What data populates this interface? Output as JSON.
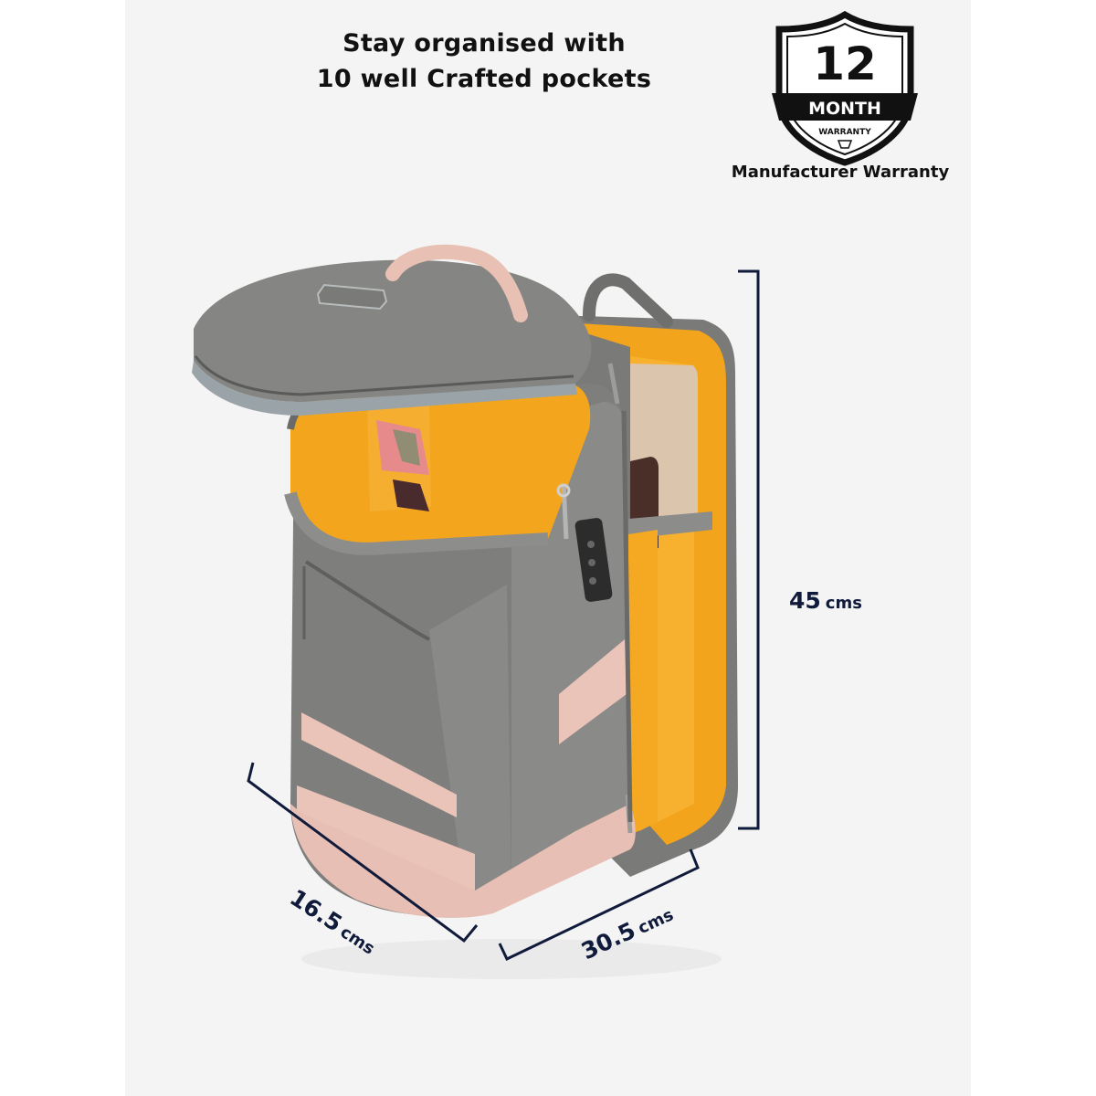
{
  "headline": {
    "line1": "Stay organised with",
    "line2": "10 well Crafted pockets"
  },
  "warranty_badge": {
    "number": "12",
    "ribbon": "MONTH",
    "subtitle": "WARRANTY",
    "caption": "Manufacturer Warranty"
  },
  "dimensions": {
    "height": {
      "value": "45",
      "unit": "cms"
    },
    "depth": {
      "value": "16.5",
      "unit": "cms"
    },
    "width": {
      "value": "30.5",
      "unit": "cms"
    }
  },
  "product": {
    "name": "backpack",
    "pockets_count": "10",
    "colors": {
      "body_gray": "#7d7d7b",
      "trim_pink": "#e9c1b7",
      "lining_yellow": "#f4a81f",
      "dimension_navy": "#101a3a",
      "panel_bg": "#f4f4f4"
    }
  }
}
